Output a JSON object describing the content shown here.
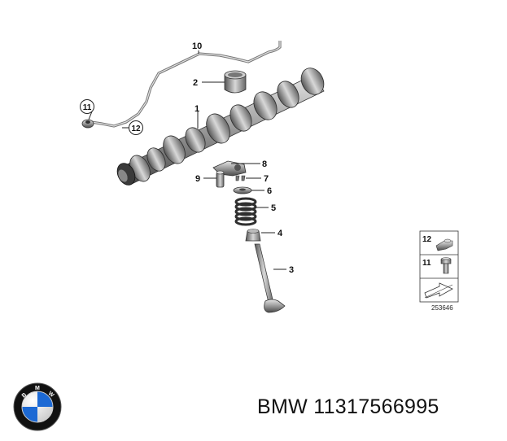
{
  "callouts": {
    "c1": "1",
    "c2": "2",
    "c3": "3",
    "c4": "4",
    "c5": "5",
    "c6": "6",
    "c7": "7",
    "c8": "8",
    "c9": "9",
    "c10": "10",
    "c11": "11",
    "c12": "12"
  },
  "legend": {
    "item12": "12",
    "item11": "11",
    "ref_number": "253646"
  },
  "brand": {
    "logo_letters": "BMW",
    "logo_colors": {
      "blue": "#1c69d4",
      "ring": "#111111",
      "white": "#ffffff"
    }
  },
  "part_number": "BMW 11317566995"
}
